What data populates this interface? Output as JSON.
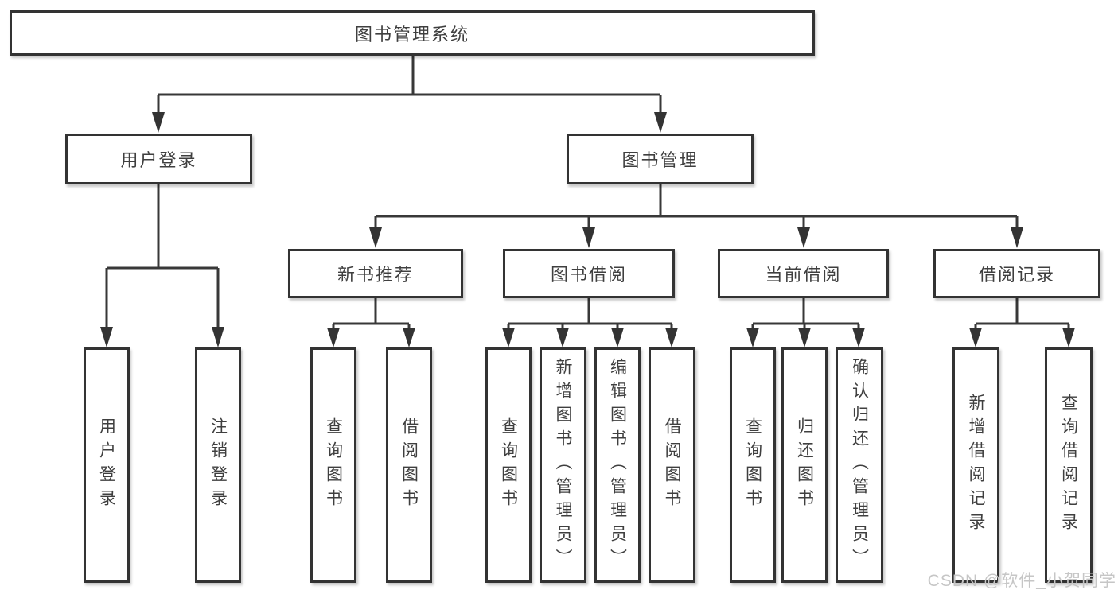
{
  "diagram": {
    "title": "图书管理系统",
    "nodes": {
      "root": "图书管理系统",
      "user_login_branch": "用户登录",
      "book_mgmt_branch": "图书管理",
      "new_books": "新书推荐",
      "book_borrow": "图书借阅",
      "current_borrow": "当前借阅",
      "borrow_records": "借阅记录",
      "leaf_user_login": "用户登录",
      "leaf_logout": "注销登录",
      "leaf_nb_query_books": "查询图书",
      "leaf_nb_borrow_books": "借阅图书",
      "leaf_bb_query_books": "查询图书",
      "leaf_bb_add_books": "新增图书（管理员）",
      "leaf_bb_edit_books": "编辑图书（管理员）",
      "leaf_bb_borrow_books": "借阅图书",
      "leaf_cb_query_books": "查询图书",
      "leaf_cb_return_books": "归还图书",
      "leaf_cb_confirm_return": "确认归还（管理员）",
      "leaf_br_add_record": "新增借阅记录",
      "leaf_br_query_record": "查询借阅记录"
    },
    "colors": {
      "line": "#383838",
      "box_border": "#333333",
      "box_fill": "#ffffff",
      "text": "#3f3f3f",
      "watermark": "#c6c6c6"
    }
  },
  "watermark": "CSDN @软件_小贺同学"
}
